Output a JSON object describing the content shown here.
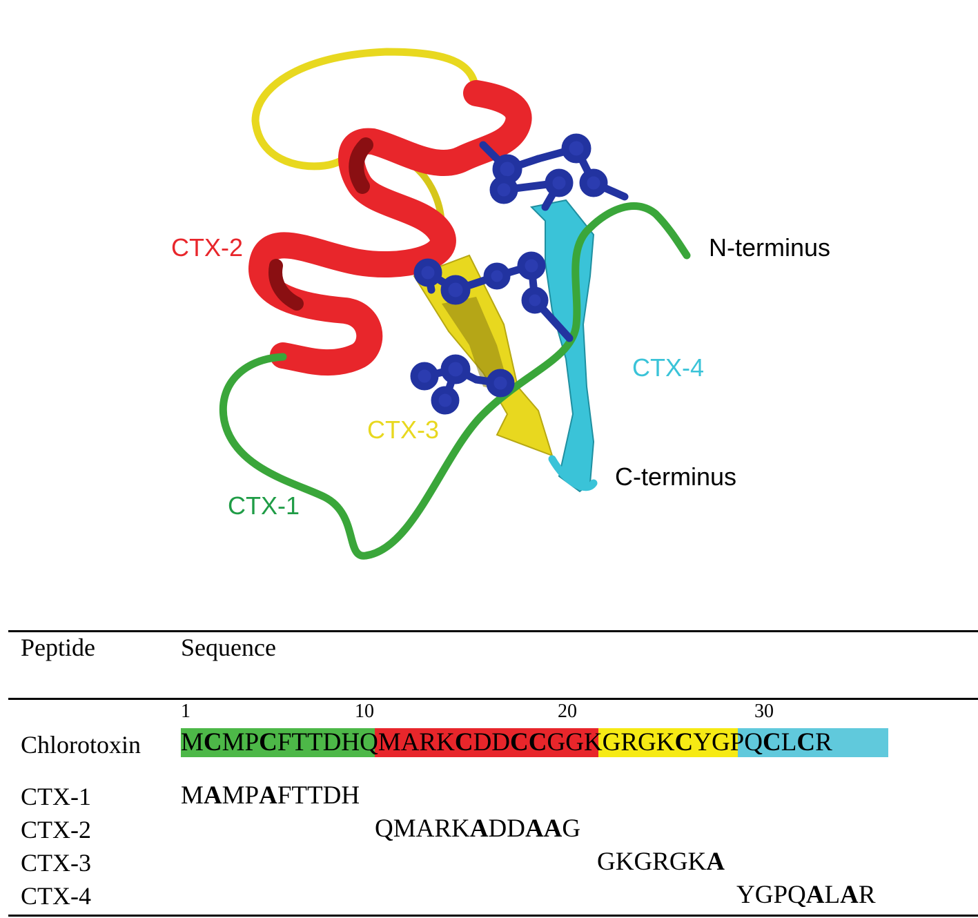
{
  "figure": {
    "labels": {
      "ctx2": "CTX-2",
      "ntermin": "N-terminus",
      "ctx4": "CTX-4",
      "ctx3": "CTX-3",
      "cterm": "C-terminus",
      "ctx1": "CTX-1"
    },
    "colors": {
      "ctx1": "#1f9c46",
      "ctx2": "#e8262b",
      "ctx3": "#e8d81f",
      "ctx4": "#3ac3d8",
      "disulfide": "#2233a0",
      "text": "#000000"
    }
  },
  "table": {
    "header": {
      "col1": "Peptide",
      "col2": "Sequence"
    },
    "indices": [
      "1",
      "10",
      "20",
      "30"
    ],
    "segment_colors": [
      "#4db848",
      "#e8262b",
      "#f6ea14",
      "#60c9dc"
    ],
    "rows": [
      {
        "name": "Chlorotoxin",
        "residues": [
          {
            "t": "M",
            "b": false
          },
          {
            "t": "C",
            "b": true
          },
          {
            "t": "MP",
            "b": false
          },
          {
            "t": "C",
            "b": true
          },
          {
            "t": "FTTDH",
            "b": false
          },
          {
            "t": "QMARK",
            "b": false
          },
          {
            "t": "C",
            "b": true
          },
          {
            "t": "DD",
            "b": false
          },
          {
            "t": "CC",
            "b": true
          },
          {
            "t": "G",
            "b": false
          },
          {
            "t": "GKGRGK",
            "b": false
          },
          {
            "t": "C",
            "b": true
          },
          {
            "t": "YGPQ",
            "b": false
          },
          {
            "t": "C",
            "b": true
          },
          {
            "t": "L",
            "b": false
          },
          {
            "t": "C",
            "b": true
          },
          {
            "t": "R",
            "b": false
          }
        ]
      },
      {
        "name": "CTX-1",
        "residues": [
          {
            "t": "M",
            "b": false
          },
          {
            "t": "A",
            "b": true
          },
          {
            "t": "MP",
            "b": false
          },
          {
            "t": "A",
            "b": true
          },
          {
            "t": "FTTDH",
            "b": false
          }
        ]
      },
      {
        "name": "CTX-2",
        "residues": [
          {
            "t": "QMARK",
            "b": false
          },
          {
            "t": "A",
            "b": true
          },
          {
            "t": "DD",
            "b": false
          },
          {
            "t": "AA",
            "b": true
          },
          {
            "t": "G",
            "b": false
          }
        ]
      },
      {
        "name": "CTX-3",
        "residues": [
          {
            "t": "GKGRGK",
            "b": false
          },
          {
            "t": "A",
            "b": true
          }
        ]
      },
      {
        "name": "CTX-4",
        "residues": [
          {
            "t": "YGPQ",
            "b": false
          },
          {
            "t": "A",
            "b": true
          },
          {
            "t": "L",
            "b": false
          },
          {
            "t": "A",
            "b": true
          },
          {
            "t": "R",
            "b": false
          }
        ]
      }
    ]
  }
}
